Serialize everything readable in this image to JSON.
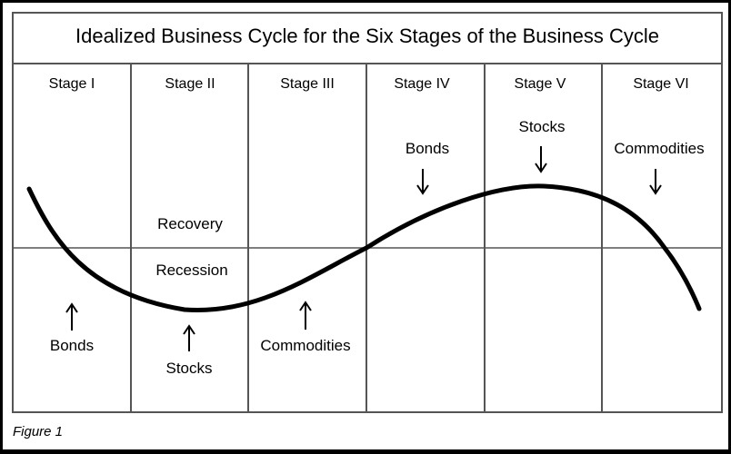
{
  "title": "Idealized Business Cycle for the Six Stages of the Business Cycle",
  "stages": [
    "Stage I",
    "Stage II",
    "Stage III",
    "Stage IV",
    "Stage V",
    "Stage VI"
  ],
  "phase_labels": {
    "above": "Recovery",
    "below": "Recession"
  },
  "above_line_markers": [
    {
      "stage": "Stage IV",
      "label": "Bonds",
      "arrow": "down"
    },
    {
      "stage": "Stage V",
      "label": "Stocks",
      "arrow": "down"
    },
    {
      "stage": "Stage VI",
      "label": "Commodities",
      "arrow": "down"
    }
  ],
  "below_line_markers": [
    {
      "stage": "Stage I",
      "label": "Bonds",
      "arrow": "up"
    },
    {
      "stage": "Stage II",
      "label": "Stocks",
      "arrow": "up"
    },
    {
      "stage": "Stage III",
      "label": "Commodities",
      "arrow": "up"
    }
  ],
  "caption": "Figure 1",
  "colors": {
    "background": "#ffffff",
    "ink": "#000000",
    "border": "#000000"
  }
}
